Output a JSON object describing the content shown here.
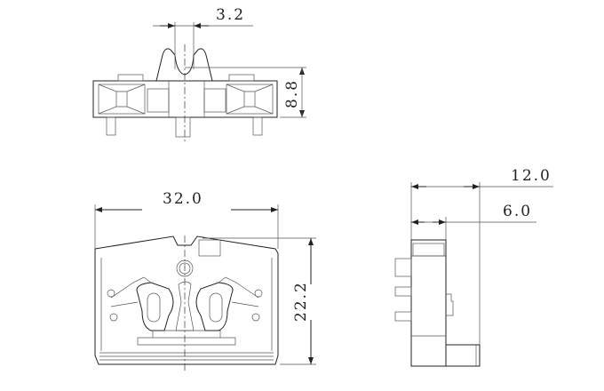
{
  "drawing": {
    "top_view": {
      "dim_width": "3.2",
      "dim_height": "8.8"
    },
    "front_view": {
      "dim_width": "32.0",
      "dim_height": "22.2"
    },
    "side_view": {
      "dim_total": "12.0",
      "dim_half": "6.0"
    },
    "line_color": "#222222"
  }
}
